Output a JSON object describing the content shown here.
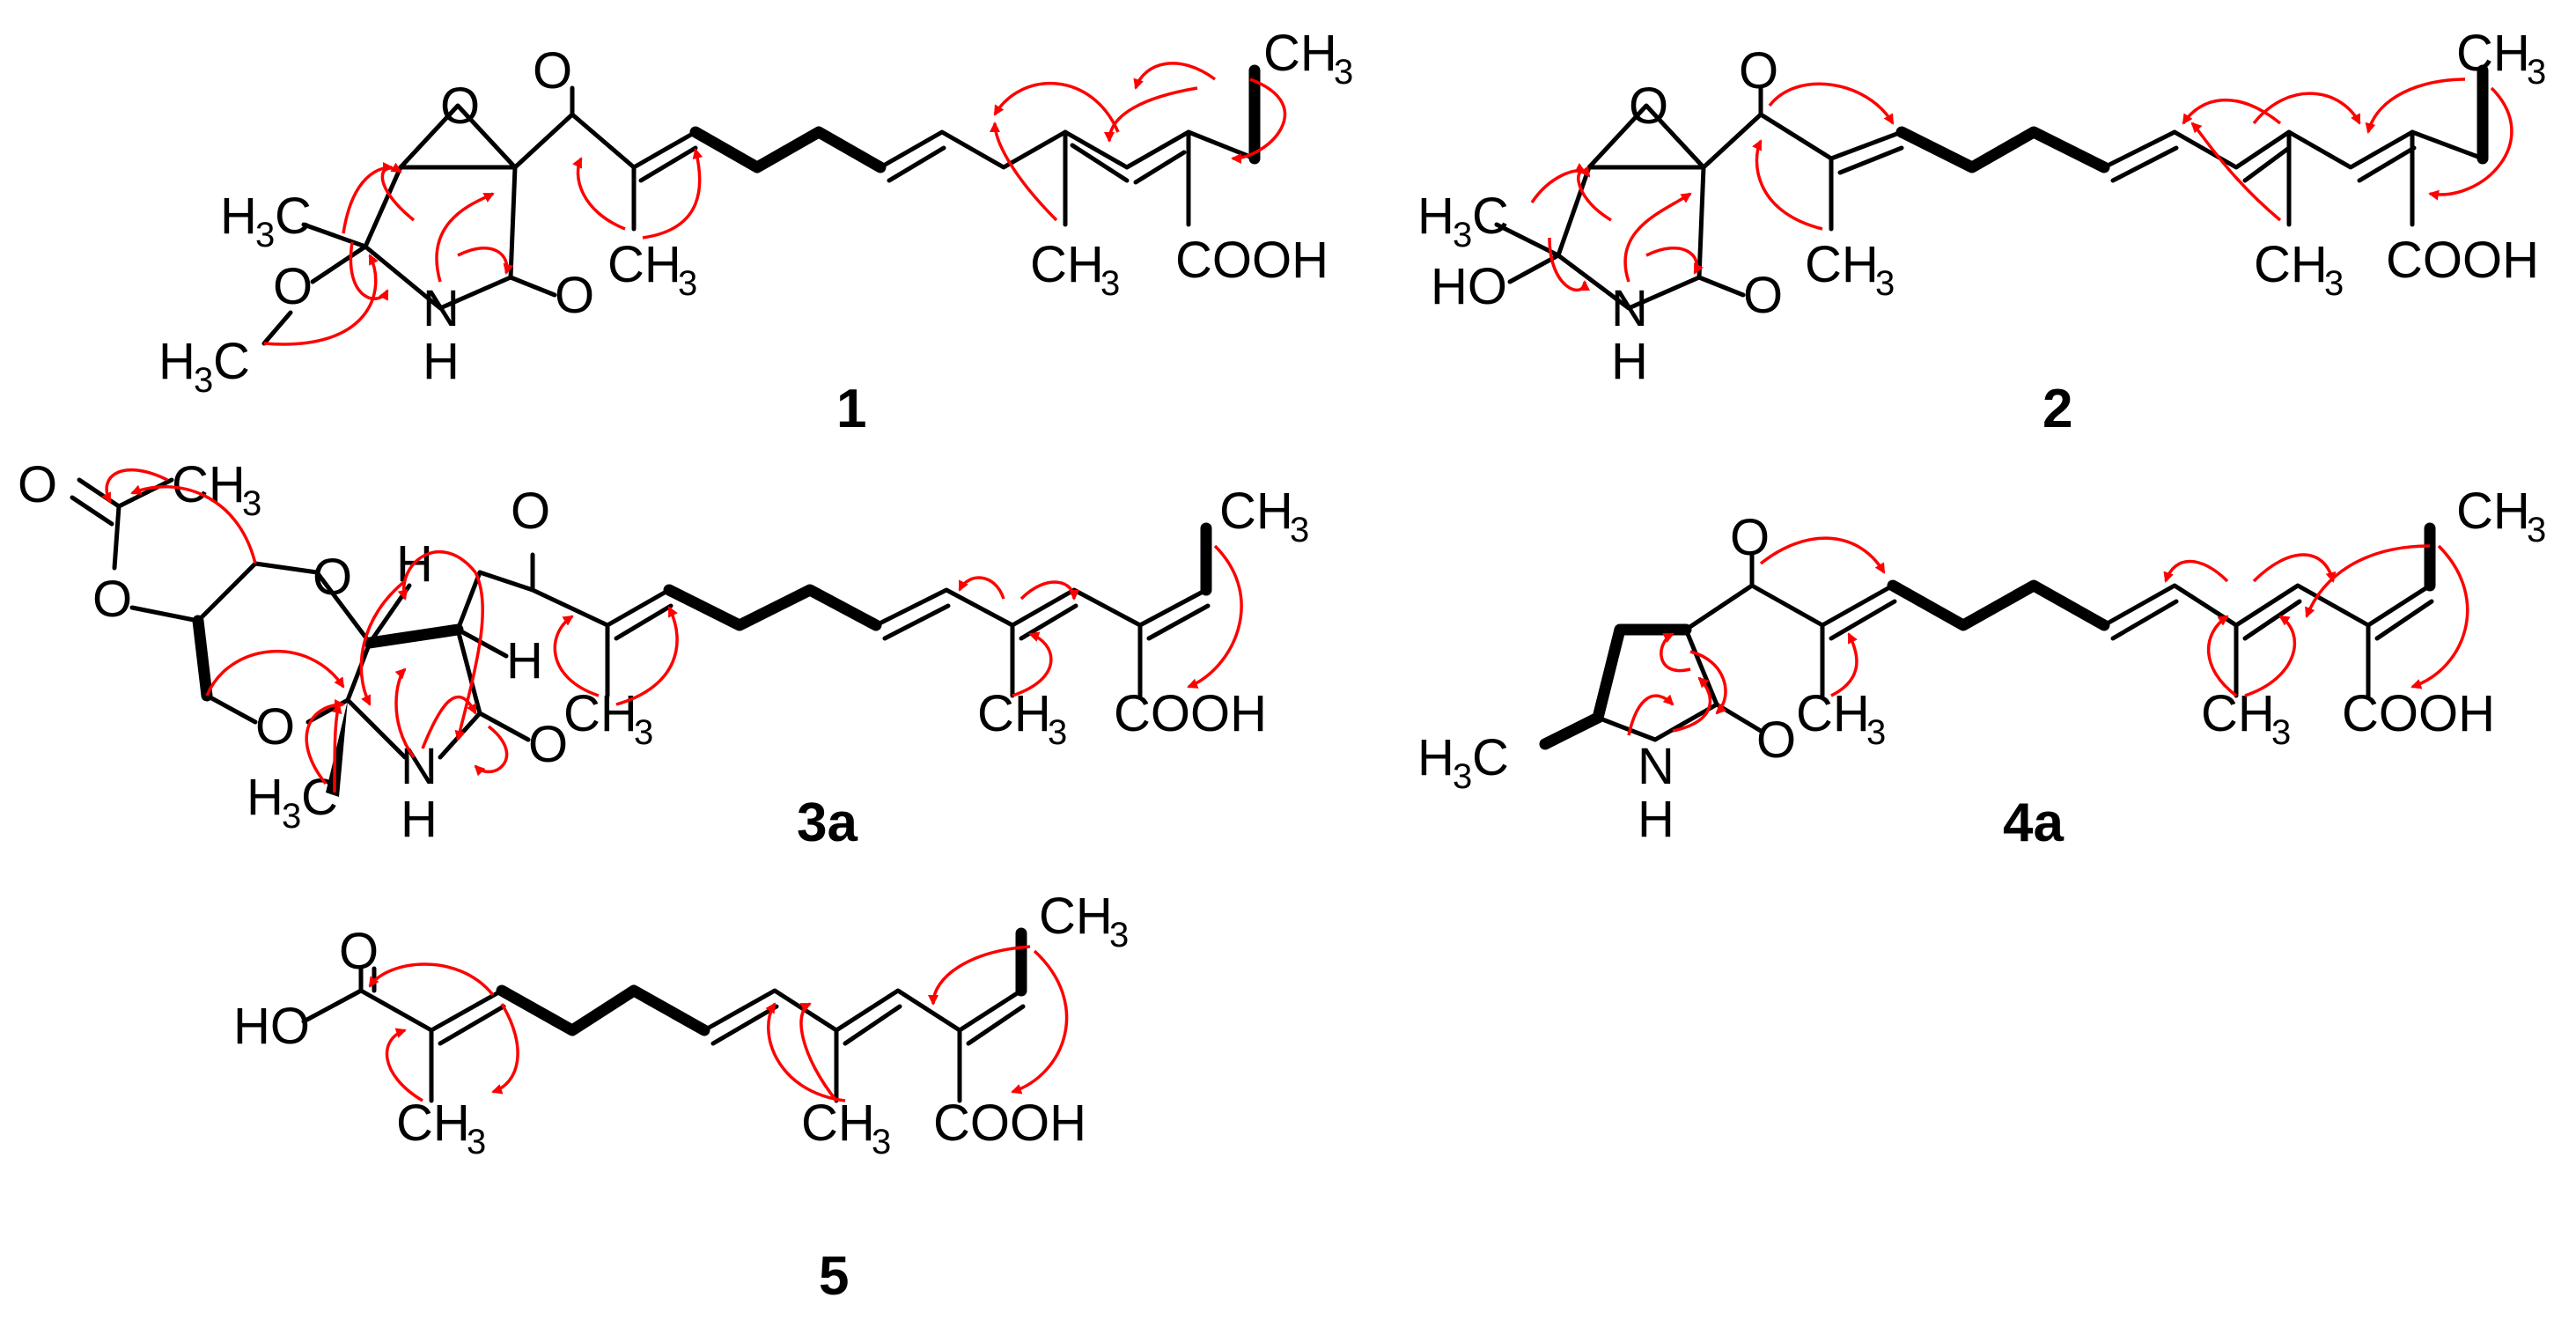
{
  "colors": {
    "bond": "#000000",
    "hmbc_arrow": "#ff0000",
    "background": "#ffffff"
  },
  "compounds": [
    {
      "id": "1"
    },
    {
      "id": "2"
    },
    {
      "id": "3a"
    },
    {
      "id": "4a"
    },
    {
      "id": "5"
    }
  ],
  "labels": {
    "O": "O",
    "N": "N",
    "H": "H",
    "HO": "HO",
    "COOH": "COOH",
    "CH": "CH",
    "C": "C",
    "sub3": "3"
  }
}
